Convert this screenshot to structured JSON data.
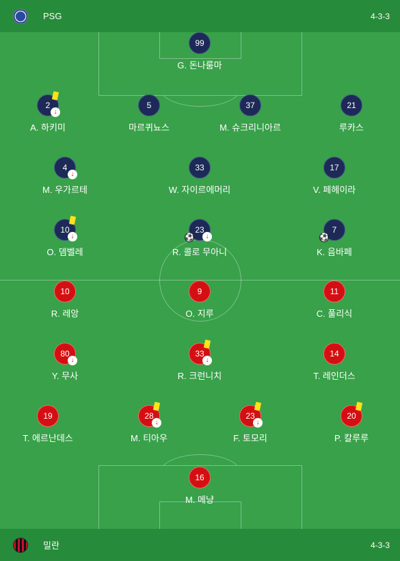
{
  "home": {
    "team_name": "PSG",
    "formation": "4-3-3",
    "crest_icon": "psg-crest-icon",
    "players": [
      {
        "num": "99",
        "name": "G. 돈나룸마",
        "yellow": false,
        "sub": false,
        "goal": false
      },
      {
        "num": "2",
        "name": "A. 하키미",
        "yellow": true,
        "sub": true,
        "goal": false
      },
      {
        "num": "5",
        "name": "마르퀴뇨스",
        "yellow": false,
        "sub": false,
        "goal": false
      },
      {
        "num": "37",
        "name": "M. 슈크리니아르",
        "yellow": false,
        "sub": false,
        "goal": false
      },
      {
        "num": "21",
        "name": "루카스",
        "yellow": false,
        "sub": false,
        "goal": false
      },
      {
        "num": "4",
        "name": "M. 우가르테",
        "yellow": false,
        "sub": true,
        "goal": false
      },
      {
        "num": "33",
        "name": "W. 자이르에머리",
        "yellow": false,
        "sub": false,
        "goal": false
      },
      {
        "num": "17",
        "name": "V. 페헤이라",
        "yellow": false,
        "sub": false,
        "goal": false
      },
      {
        "num": "10",
        "name": "O. 뎀벨레",
        "yellow": true,
        "sub": true,
        "goal": false
      },
      {
        "num": "23",
        "name": "R. 콜로 무아니",
        "yellow": false,
        "sub": true,
        "goal": true
      },
      {
        "num": "7",
        "name": "K. 음바페",
        "yellow": false,
        "sub": false,
        "goal": true
      }
    ]
  },
  "away": {
    "team_name": "밀란",
    "formation": "4-3-3",
    "crest_icon": "milan-crest-icon",
    "players": [
      {
        "num": "10",
        "name": "R. 레앙",
        "yellow": false,
        "sub": false,
        "goal": false
      },
      {
        "num": "9",
        "name": "O. 지루",
        "yellow": false,
        "sub": false,
        "goal": false
      },
      {
        "num": "11",
        "name": "C. 풀리식",
        "yellow": false,
        "sub": false,
        "goal": false
      },
      {
        "num": "80",
        "name": "Y. 무사",
        "yellow": false,
        "sub": true,
        "goal": false
      },
      {
        "num": "33",
        "name": "R. 크런니치",
        "yellow": true,
        "sub": true,
        "goal": false
      },
      {
        "num": "14",
        "name": "T. 레인더스",
        "yellow": false,
        "sub": false,
        "goal": false
      },
      {
        "num": "19",
        "name": "T. 에르난데스",
        "yellow": false,
        "sub": false,
        "goal": false
      },
      {
        "num": "28",
        "name": "M. 티아우",
        "yellow": true,
        "sub": true,
        "goal": false
      },
      {
        "num": "23",
        "name": "F. 토모리",
        "yellow": true,
        "sub": true,
        "goal": false
      },
      {
        "num": "20",
        "name": "P. 칼루루",
        "yellow": true,
        "sub": false,
        "goal": false
      },
      {
        "num": "16",
        "name": "M. 메냥",
        "yellow": false,
        "sub": false,
        "goal": false
      }
    ]
  },
  "icons": {
    "sub_glyph": "↓",
    "goal_glyph": "⚽"
  },
  "colors": {
    "pitch": "#38a14a",
    "header": "#268b3a",
    "home_chip": "#1d2a57",
    "away_chip": "#d40f12",
    "yellow_card": "#ffe21a"
  }
}
